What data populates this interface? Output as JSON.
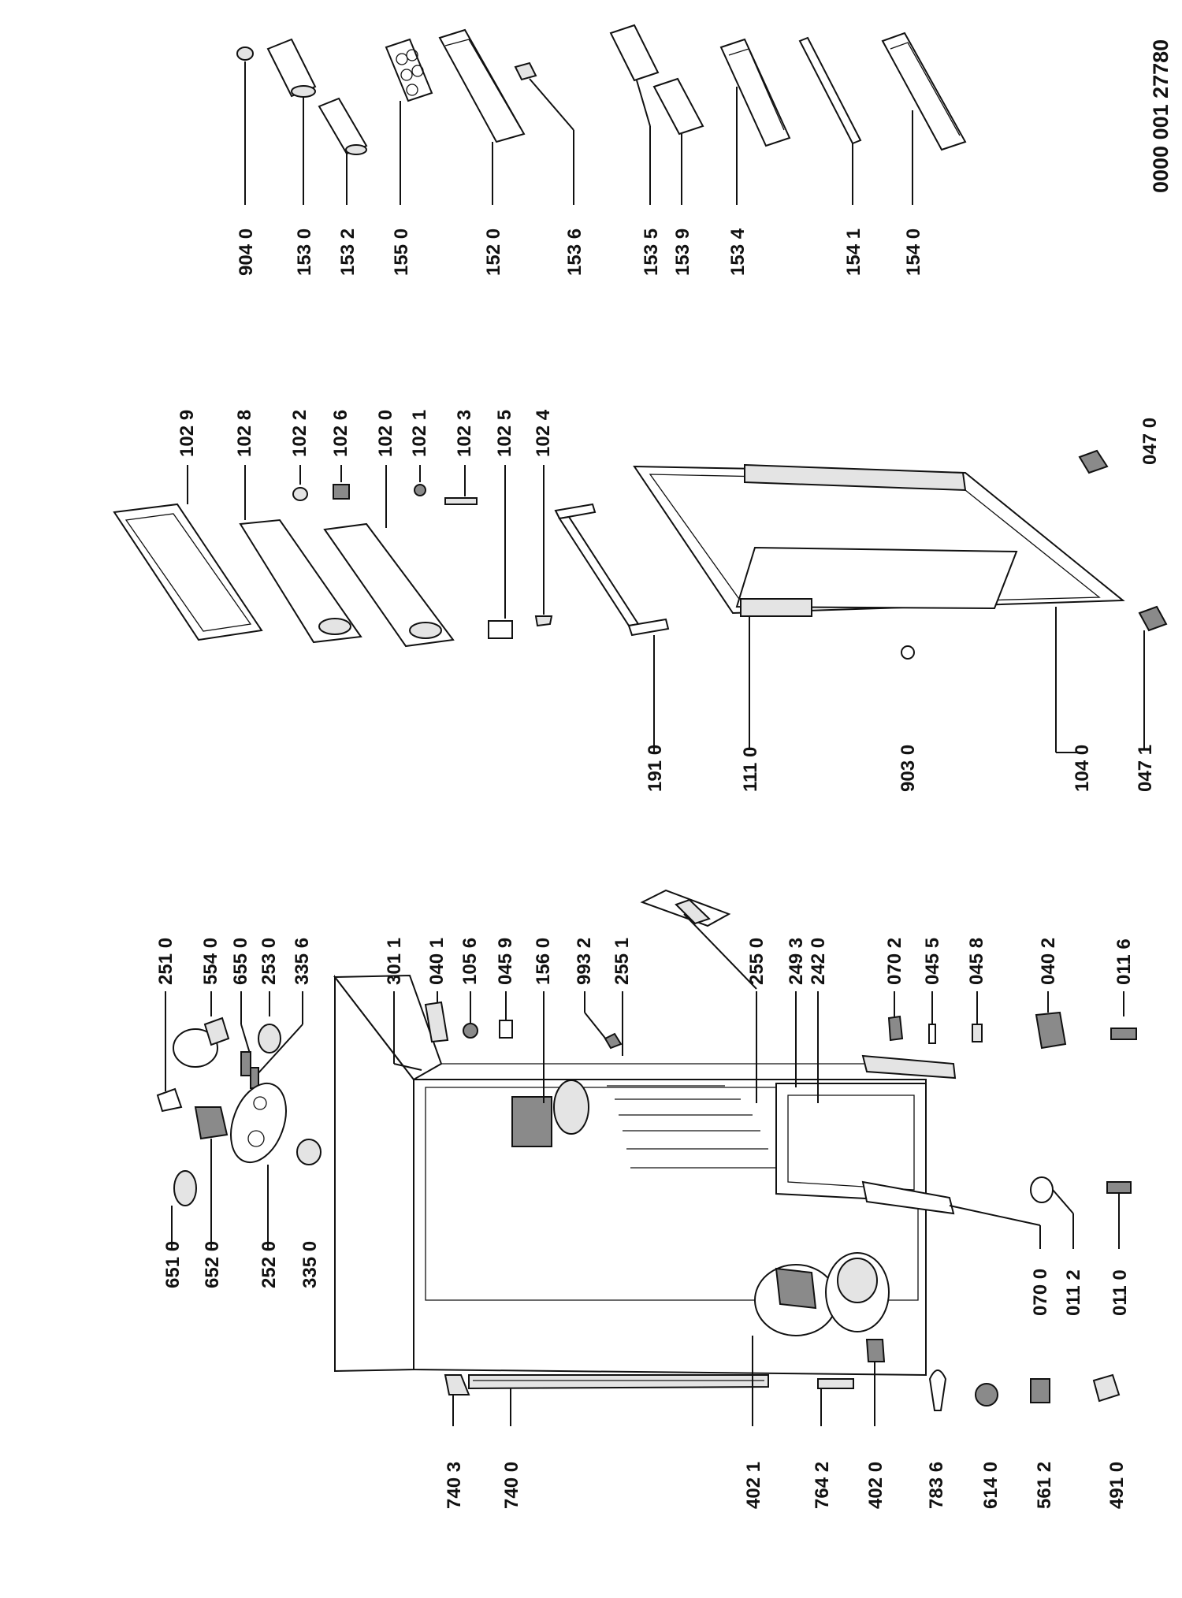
{
  "document_id": "0000 001 27780",
  "part_labels": {
    "p9040": "904 0",
    "p1530": "153 0",
    "p1532": "153 2",
    "p1550": "155 0",
    "p1520": "152 0",
    "p1536": "153 6",
    "p1535": "153 5",
    "p1539": "153 9",
    "p1534": "153 4",
    "p1541": "154 1",
    "p1540": "154 0",
    "p1029": "102 9",
    "p1028": "102 8",
    "p1022": "102 2",
    "p1026": "102 6",
    "p1020": "102 0",
    "p1021": "102 1",
    "p1023": "102 3",
    "p1025": "102 5",
    "p1024": "102 4",
    "p0470": "047 0",
    "p1910": "191 0",
    "p1110": "111 0",
    "p9030": "903 0",
    "p1040": "104 0",
    "p0471": "047 1",
    "p2510": "251 0",
    "p5540": "554 0",
    "p6550": "655 0",
    "p2530": "253 0",
    "p3356": "335 6",
    "p6510": "651 0",
    "p6520": "652 0",
    "p2520": "252 0",
    "p3350": "335 0",
    "p3011": "301 1",
    "p0401": "040 1",
    "p1056": "105 6",
    "p0459": "045 9",
    "p1560": "156 0",
    "p9932": "993 2",
    "p2551": "255 1",
    "p2550": "255 0",
    "p2493": "249 3",
    "p2420": "242 0",
    "p0702": "070 2",
    "p0455": "045 5",
    "p0458": "045 8",
    "p0402": "040 2",
    "p0116": "011 6",
    "p0700": "070 0",
    "p0112": "011 2",
    "p0110": "011 0",
    "p7403": "740 3",
    "p7400": "740 0",
    "p4021": "402 1",
    "p7642": "764 2",
    "p4020": "402 0",
    "p7836": "783 6",
    "p6140": "614 0",
    "p5612": "561 2",
    "p4910": "491 0"
  }
}
